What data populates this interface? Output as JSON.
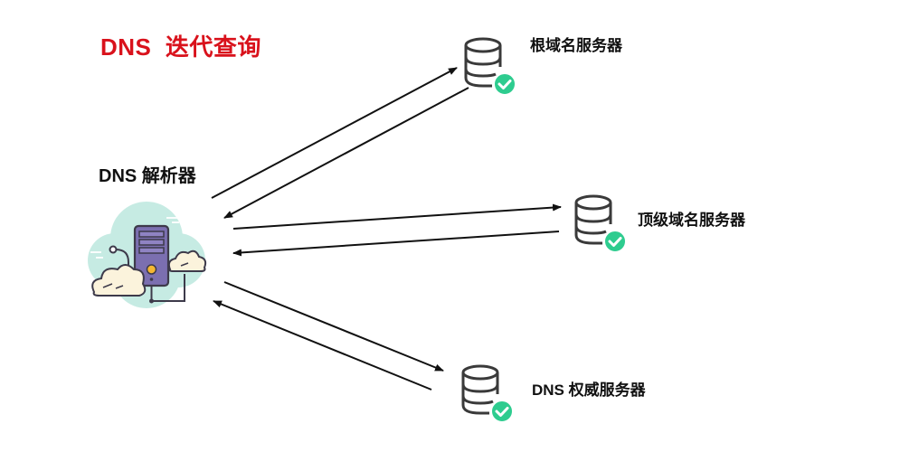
{
  "title": "DNS  迭代查询",
  "nodes": {
    "resolver": {
      "label": "DNS 解析器",
      "icon": "cloud-server-icon"
    },
    "root": {
      "label": "根域名服务器",
      "icon": "database-check-icon"
    },
    "tld": {
      "label": "顶级域名服务器",
      "icon": "database-check-icon"
    },
    "authoritative": {
      "label": "DNS 权威服务器",
      "icon": "database-check-icon"
    }
  },
  "edges": [
    {
      "from": "resolver",
      "to": "root",
      "direction": "request"
    },
    {
      "from": "root",
      "to": "resolver",
      "direction": "response"
    },
    {
      "from": "resolver",
      "to": "tld",
      "direction": "request"
    },
    {
      "from": "tld",
      "to": "resolver",
      "direction": "response"
    },
    {
      "from": "resolver",
      "to": "authoritative",
      "direction": "request"
    },
    {
      "from": "authoritative",
      "to": "resolver",
      "direction": "response"
    }
  ],
  "colors": {
    "title": "#d9121c",
    "arrow": "#111111",
    "check": "#2ecc8f",
    "cloud": "#bfe8e0",
    "server": "#7b6fb0"
  }
}
